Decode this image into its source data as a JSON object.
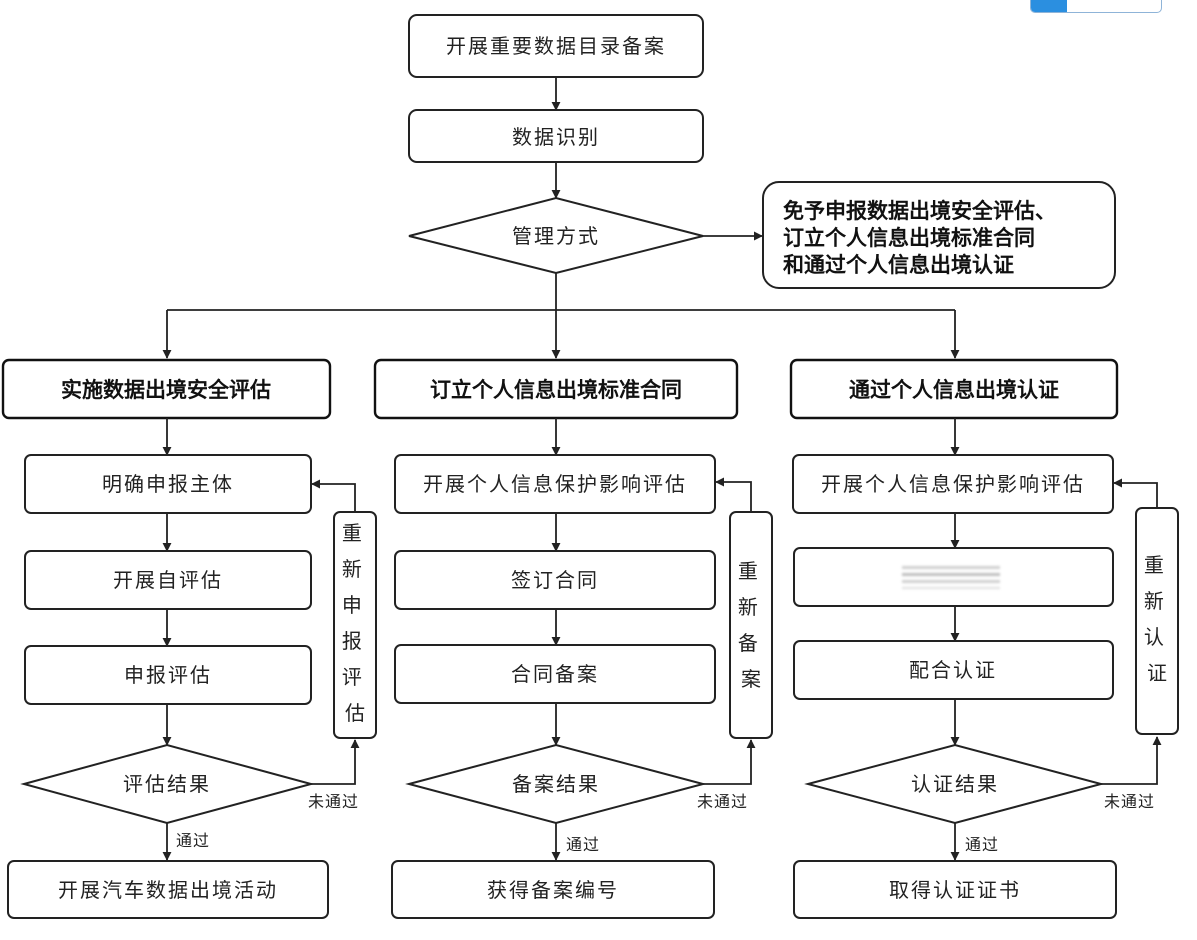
{
  "top": {
    "step1": "开展重要数据目录备案",
    "step2": "数据识别",
    "decision": "管理方式",
    "exempt": [
      "免予申报数据出境安全评估、",
      "订立个人信息出境标准合同",
      "和通过个人信息出境认证"
    ]
  },
  "columns": [
    {
      "header": "实施数据出境安全评估",
      "steps": [
        "明确申报主体",
        "开展自评估",
        "申报评估"
      ],
      "decision": "评估结果",
      "retry": "重新申报评估",
      "fail": "未通过",
      "pass": "通过",
      "final": "开展汽车数据出境活动"
    },
    {
      "header": "订立个人信息出境标准合同",
      "steps": [
        "开展个人信息保护影响评估",
        "签订合同",
        "合同备案"
      ],
      "decision": "备案结果",
      "retry": "重新备案",
      "fail": "未通过",
      "pass": "通过",
      "final": "获得备案编号"
    },
    {
      "header": "通过个人信息出境认证",
      "steps": [
        "开展个人信息保护影响评估",
        "",
        "配合认证"
      ],
      "decision": "认证结果",
      "retry": "重新认证",
      "fail": "未通过",
      "pass": "通过",
      "final": "取得认证证书"
    }
  ],
  "colors": {
    "stroke": "#222222",
    "widget_fill": "#2b8fe0",
    "widget_border": "#8fb4d8"
  },
  "icons": {
    "arrow": "arrowhead"
  }
}
